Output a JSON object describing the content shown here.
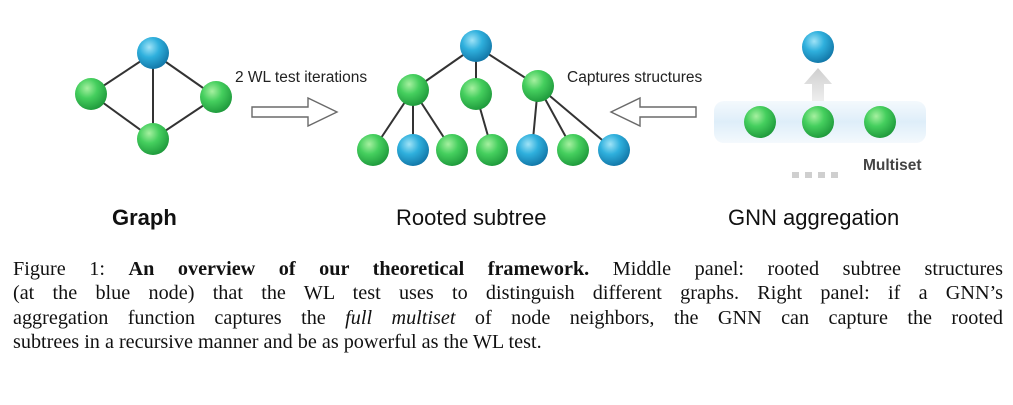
{
  "figure": {
    "arrow_left_text": "2 WL test iterations",
    "arrow_right_text": "Captures structures",
    "multiset_label": "Multiset",
    "panel_labels": {
      "graph": "Graph",
      "subtree": "Rooted subtree",
      "gnn": "GNN aggregation"
    },
    "colors": {
      "green_node": "#3ec85c",
      "blue_node": "#2aa6d8",
      "edge": "#333333",
      "multiset_band": "#e3f1fb"
    }
  },
  "caption": {
    "prefix": "Figure 1: ",
    "bold": "An overview of our theoretical framework.",
    "line1_rest": " Middle panel: rooted subtree structures",
    "line2": "(at the blue node) that the WL test uses to distinguish different graphs. Right panel: if a GNN’s",
    "line3_before": "aggregation function captures the ",
    "line3_italic": "full multiset",
    "line3_after": " of node neighbors, the GNN can capture the rooted",
    "line4": "subtrees in a recursive manner and be as powerful as the WL test."
  }
}
